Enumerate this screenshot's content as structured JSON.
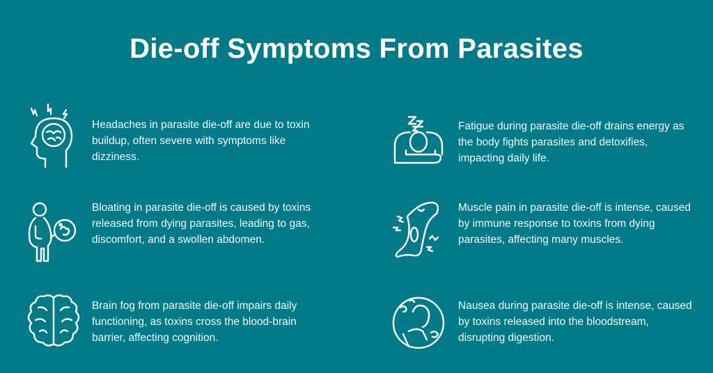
{
  "title": "Die-off Symptoms From Parasites",
  "colors": {
    "background": "#037a87",
    "text": "#ffffff"
  },
  "symptoms": [
    {
      "icon": "head-headache-icon",
      "text": "Headaches in parasite die-off are due to toxin buildup, often severe with symptoms like dizziness."
    },
    {
      "icon": "fatigue-sleep-icon",
      "text": "Fatigue during parasite die-off drains energy as the body fights parasites and detoxifies, impacting daily life."
    },
    {
      "icon": "bloating-person-icon",
      "text": "Bloating in parasite die-off is caused by toxins released from dying parasites, leading to gas, discomfort, and a swollen abdomen."
    },
    {
      "icon": "muscle-pain-leg-icon",
      "text": "Muscle pain in parasite die-off is intense, caused by immune response to toxins from dying parasites, affecting many muscles."
    },
    {
      "icon": "brain-icon",
      "text": "Brain fog from parasite die-off impairs daily functioning, as toxins cross the blood-brain barrier, affecting cognition."
    },
    {
      "icon": "nausea-person-icon",
      "text": "Nausea during parasite die-off is intense, caused by toxins released into the bloodstream, disrupting digestion."
    }
  ]
}
